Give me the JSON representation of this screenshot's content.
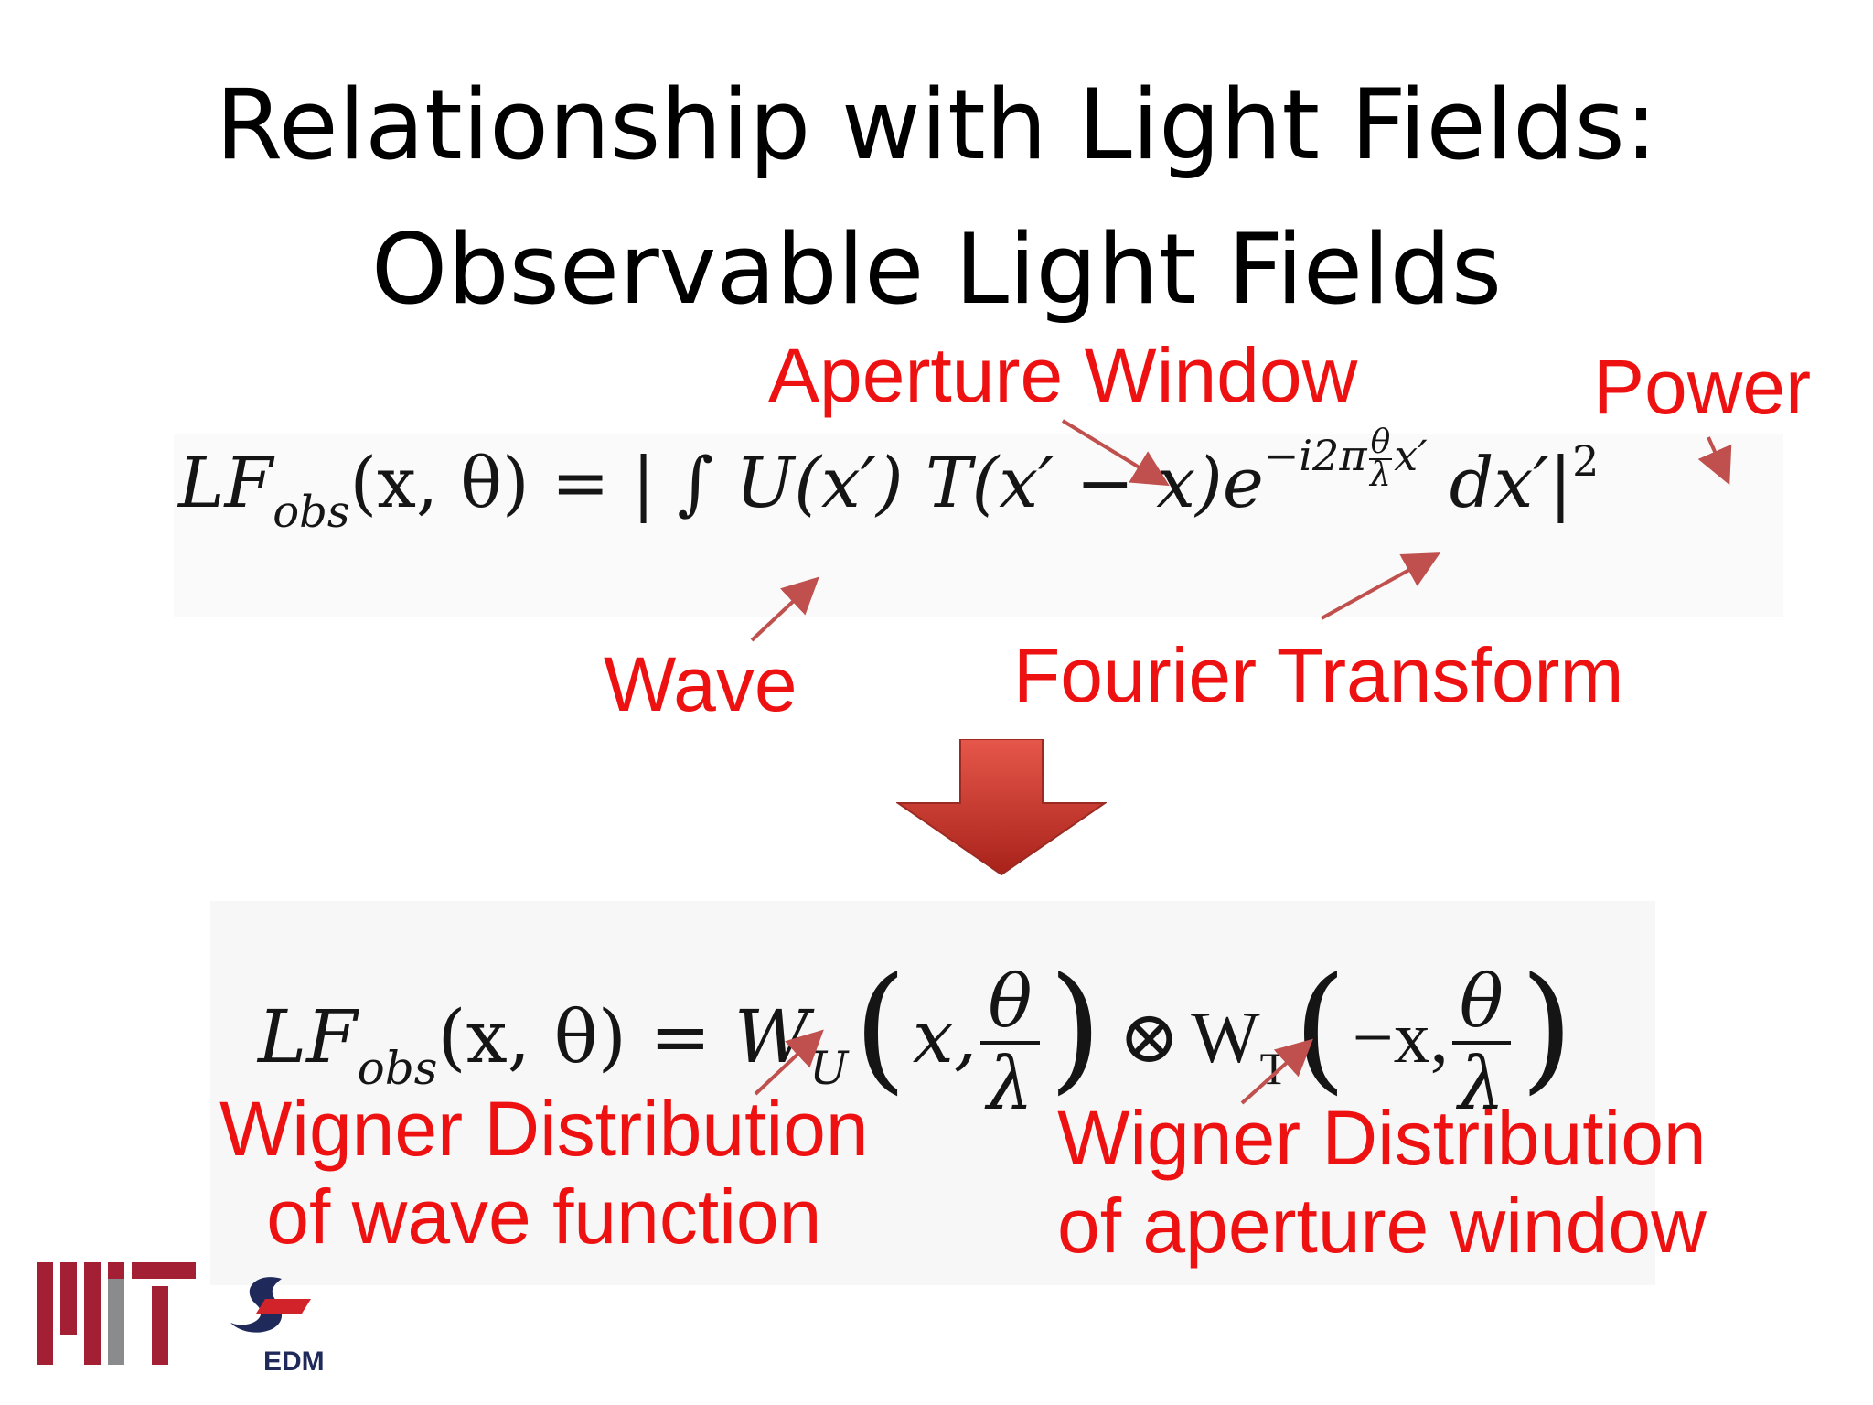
{
  "slide": {
    "title_line1": "Relationship with Light Fields:",
    "title_line2": "Observable Light Fields"
  },
  "labels": {
    "aperture_window": "Aperture Window",
    "power": "Power",
    "wave": "Wave",
    "fourier_transform": "Fourier Transform",
    "wigner_wave_line1": "Wigner Distribution",
    "wigner_wave_line2": "of wave function",
    "wigner_aperture_line1": "Wigner Distribution",
    "wigner_aperture_line2": "of aperture window"
  },
  "equation1": {
    "lhs": "LF",
    "lhs_sub": "obs",
    "lhs_args": "(x, θ) = | ∫ ",
    "u_term": "U(x′) T(x′ − x)e",
    "exp_pre": "−i2π",
    "exp_num": "θ",
    "exp_den": "λ",
    "exp_post": "x′",
    "tail": " dx′|",
    "power": "2"
  },
  "equation2": {
    "lhs": "LF",
    "lhs_sub": "obs",
    "lhs_args": "(x, θ) = ",
    "wu": "W",
    "wu_sub": "U",
    "arg1": "x,",
    "num1": "θ",
    "den1": "λ",
    "otimes": "⊗",
    "wt": "W",
    "wt_sub": "T",
    "arg2": "−x,",
    "num2": "θ",
    "den2": "λ"
  },
  "logo": {
    "org": "MIT",
    "group": "EDM"
  },
  "colors": {
    "label_red": "#ee1111",
    "arrow_red": "#c0504d",
    "mit_red": "#a31f34",
    "mit_gray": "#8a8b8c",
    "edm_navy": "#1f2a5a"
  }
}
